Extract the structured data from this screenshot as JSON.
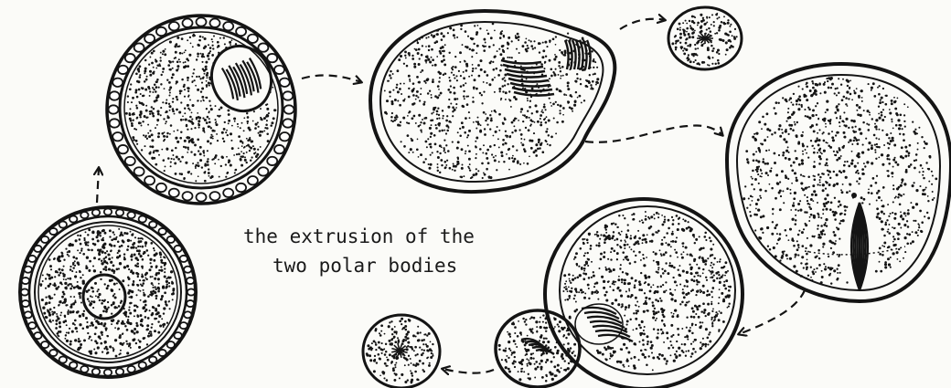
{
  "caption": {
    "line1": "the extrusion of the",
    "line2": "two polar bodies"
  },
  "colors": {
    "ink": "#141414",
    "paper": "#fbfbf8",
    "membrane": "#ffffff"
  },
  "cells": [
    {
      "name": "oocyte-cell",
      "spindle": "none"
    },
    {
      "name": "oocyte-cell",
      "spindle": "first"
    },
    {
      "name": "oocyte-cell",
      "spindle": "first-division"
    },
    {
      "name": "first-polar-body",
      "spindle": "small"
    },
    {
      "name": "oocyte-cell",
      "spindle": "second"
    },
    {
      "name": "oocyte-cell",
      "spindle": "second-division"
    },
    {
      "name": "second-polar-body",
      "spindle": "small"
    }
  ]
}
